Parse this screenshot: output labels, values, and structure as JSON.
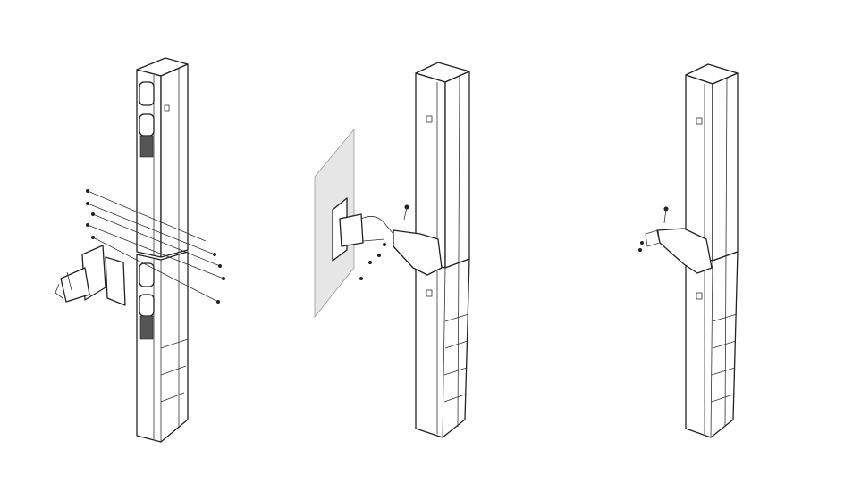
{
  "colors": {
    "line": "#222222",
    "background": "#ffffff",
    "wall": "#e6e6e6"
  },
  "figures": [
    {
      "id": "stacked-columns-exploded-bracket",
      "icon": "speaker-column-assembly"
    },
    {
      "id": "column-wall-mount",
      "icon": "speaker-column-wall-mount"
    },
    {
      "id": "column-bracket-mounted",
      "icon": "speaker-column-bracket"
    }
  ]
}
